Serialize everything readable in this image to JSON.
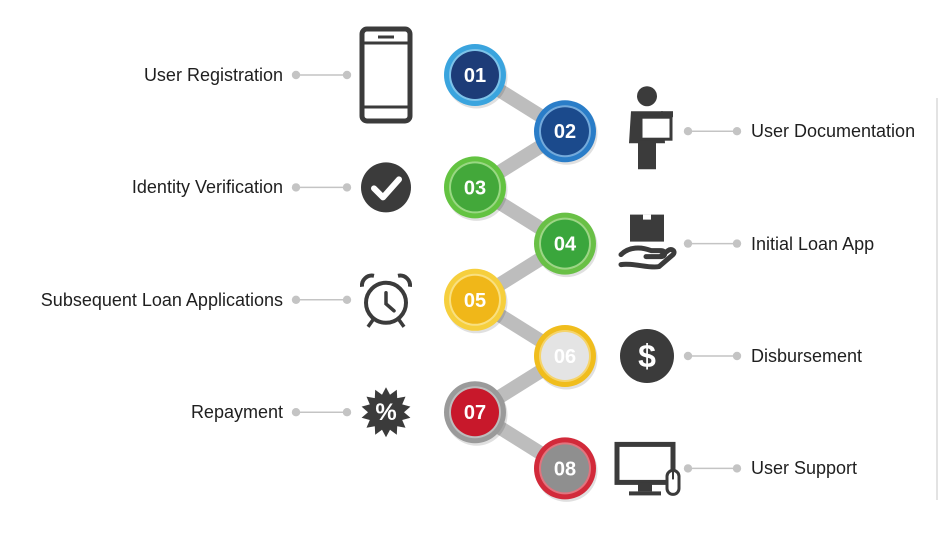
{
  "steps": [
    {
      "number": "01",
      "label": "User Registration",
      "side": "left",
      "icon": "smartphone-icon",
      "ring": "#3aa4de",
      "core": "#1d3c78"
    },
    {
      "number": "02",
      "label": "User Documentation",
      "side": "right",
      "icon": "person-document-icon",
      "ring": "#2a7dc8",
      "core": "#1b4a8c"
    },
    {
      "number": "03",
      "label": "Identity Verification",
      "side": "left",
      "icon": "checkmark-circle-icon",
      "ring": "#63c341",
      "core": "#43a83a"
    },
    {
      "number": "04",
      "label": "Initial Loan App",
      "side": "right",
      "icon": "hand-box-icon",
      "ring": "#69c046",
      "core": "#3aa63c"
    },
    {
      "number": "05",
      "label": "Subsequent Loan Applications",
      "side": "left",
      "icon": "alarm-clock-icon",
      "ring": "#f6cf3d",
      "core": "#f0b719"
    },
    {
      "number": "06",
      "label": "Disbursement",
      "side": "right",
      "icon": "dollar-coin-icon",
      "ring": "#f0bd1d",
      "core": "#e4e4e4"
    },
    {
      "number": "07",
      "label": "Repayment",
      "side": "left",
      "icon": "percent-badge-icon",
      "ring": "#9a9a9a",
      "core": "#c8182b"
    },
    {
      "number": "08",
      "label": "User Support",
      "side": "right",
      "icon": "computer-mouse-icon",
      "ring": "#d22a3a",
      "core": "#8f8f8f"
    }
  ],
  "colors": {
    "connector": "#bdbdbd",
    "icon": "#3b3b3b",
    "leader": "#c4c4c4"
  }
}
